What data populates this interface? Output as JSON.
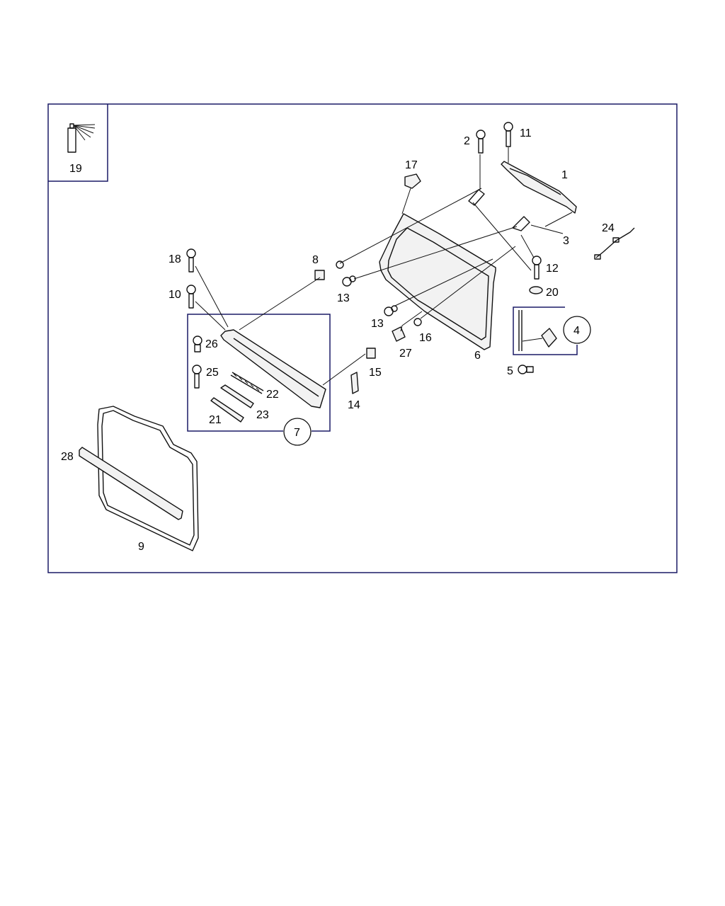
{
  "diagram": {
    "callouts": [
      "1",
      "2",
      "3",
      "4",
      "5",
      "6",
      "7",
      "8",
      "9",
      "10",
      "11",
      "12",
      "13",
      "13",
      "14",
      "15",
      "16",
      "17",
      "18",
      "19",
      "20",
      "21",
      "22",
      "23",
      "24",
      "25",
      "26",
      "27",
      "28"
    ]
  },
  "colors": {
    "frame": "#1a1a66",
    "line": "#111111",
    "background": "#ffffff"
  },
  "icons": {
    "sealant": "spray-can-icon"
  }
}
